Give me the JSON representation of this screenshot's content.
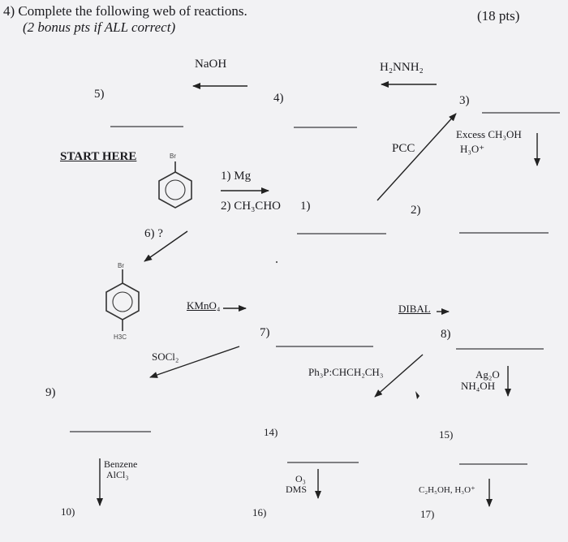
{
  "header": {
    "question": "4) Complete the following web of reactions.",
    "bonus": "(2 bonus pts if ALL correct)",
    "points": "(18 pts)"
  },
  "start": {
    "label": "START HERE"
  },
  "molecules": {
    "bromobenzene": {
      "atom": "Br"
    },
    "bromotoluene": {
      "atom_br": "Br",
      "atom_ch3": "H3C"
    }
  },
  "labels": {
    "n1": "1)",
    "n2": "2)",
    "n3": "3)",
    "n4": "4)",
    "n5": "5)",
    "n6": "6) ?",
    "n7": "7)",
    "n8": "8)",
    "n9": "9)",
    "n10": "10)",
    "n14": "14)",
    "n15": "15)",
    "n16": "16)",
    "n17": "17)"
  },
  "reagents": {
    "naoh": "NaOH",
    "hydrazine": "H₂NNH₂",
    "mg": "1) Mg",
    "ch3cho": "2) CH₃CHO",
    "pcc": "PCC",
    "ch3oh_1": "Excess CH₃OH",
    "ch3oh_2": "H₃O⁺",
    "kmno4": "KMnO₄",
    "dibal": "DIBAL",
    "socl2": "SOCl₂",
    "wittig": "Ph₃P:CHCH₂CH₃",
    "ag2o_1": "Ag₂O",
    "ag2o_2": "NH₄OH",
    "fc_1": "Benzene",
    "fc_2": "AlCl₃",
    "ozon_1": "O₃",
    "ozon_2": "DMS",
    "ester": "C₂H₅OH, H₃O⁺"
  }
}
